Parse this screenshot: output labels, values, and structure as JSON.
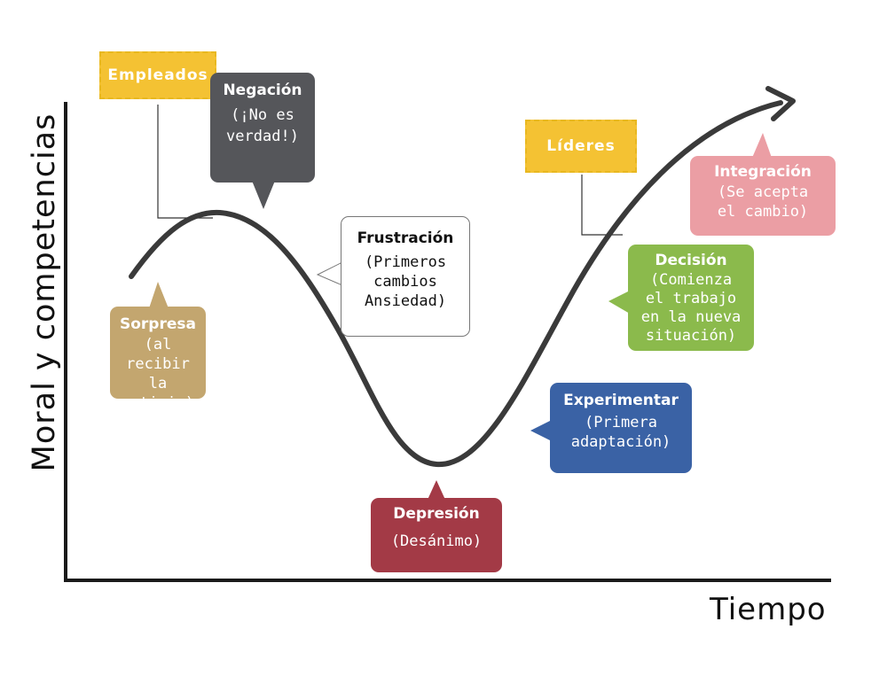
{
  "axes": {
    "y_label": "Moral y competencias",
    "x_label": "Tiempo"
  },
  "tags": {
    "empleados": "Empleados",
    "lideres": "Líderes"
  },
  "stages": {
    "sorpresa": {
      "title": "Sorpresa",
      "desc": "(al recibir\nla noticia)",
      "color": "#c3a66f"
    },
    "negacion": {
      "title": "Negación",
      "desc": "(¡No es\nverdad!)",
      "color": "#55565a"
    },
    "frustracion": {
      "title": "Frustración",
      "desc": "(Primeros\ncambios\nAnsiedad)",
      "color": "#ffffff"
    },
    "depresion": {
      "title": "Depresión",
      "desc": "(Desánimo)",
      "color": "#a33a46"
    },
    "experimentar": {
      "title": "Experimentar",
      "desc": "(Primera\nadaptación)",
      "color": "#3a62a5"
    },
    "decision": {
      "title": "Decisión",
      "desc": "(Comienza\nel trabajo\nen la nueva\nsituación)",
      "color": "#8bba4c"
    },
    "integracion": {
      "title": "Integración",
      "desc": "(Se acepta\nel cambio)",
      "color": "#eb9ea4"
    }
  },
  "colors": {
    "tag": "#f4c233",
    "curve": "#3a3a3a",
    "axis": "#1a1a1a"
  }
}
